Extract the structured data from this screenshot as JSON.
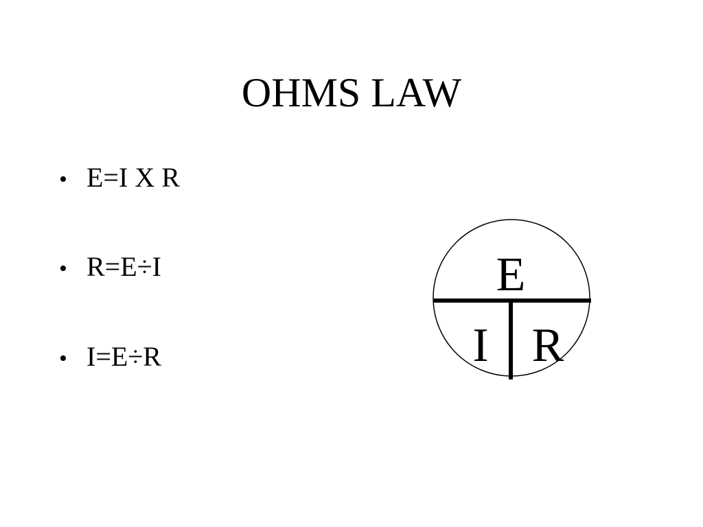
{
  "slide": {
    "title": "OHMS LAW",
    "bullet_symbol": "•",
    "bullets": [
      "E=I X R",
      "R=E÷I",
      "I=E÷R"
    ]
  },
  "diagram": {
    "top_label": "E",
    "bottom_left_label": "I",
    "bottom_right_label": "R",
    "stroke_color": "#000000",
    "fill_color": "#ffffff"
  }
}
